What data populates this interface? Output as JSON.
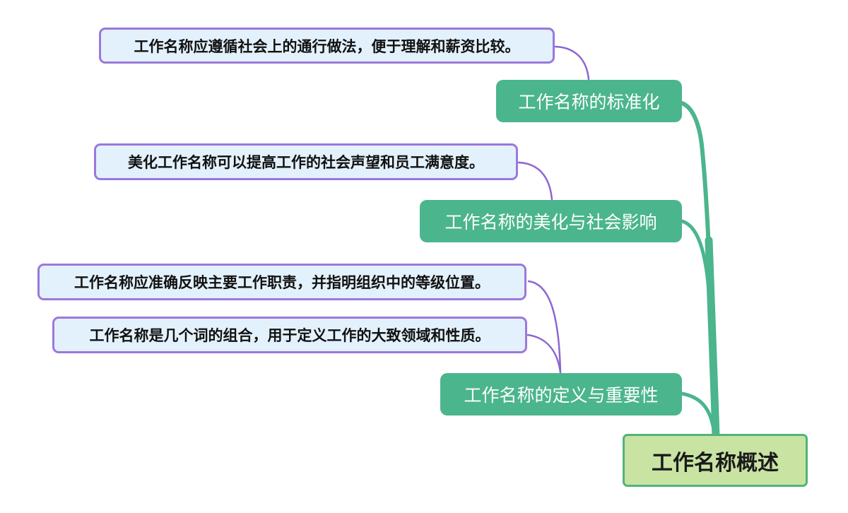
{
  "colors": {
    "background": "#ffffff",
    "branch_fill": "#4bb58d",
    "branch_text": "#ffffff",
    "root_fill": "#c9e3a3",
    "root_border": "#53b377",
    "root_text": "#1a1a1a",
    "leaf_fill": "#e3f1fc",
    "leaf_border": "#9b78db",
    "leaf_text": "#111111",
    "trunk_line": "#4bb58d",
    "leaf_line": "#8e66d2"
  },
  "root": {
    "label": "工作名称概述"
  },
  "branches": [
    {
      "label": "工作名称的标准化",
      "leaves": [
        "工作名称应遵循社会上的通行做法，便于理解和薪资比较。"
      ]
    },
    {
      "label": "工作名称的美化与社会影响",
      "leaves": [
        "美化工作名称可以提高工作的社会声望和员工满意度。"
      ]
    },
    {
      "label": "工作名称的定义与重要性",
      "leaves": [
        "工作名称应准确反映主要工作职责，并指明组织中的等级位置。",
        "工作名称是几个词的组合，用于定义工作的大致领域和性质。"
      ]
    }
  ]
}
